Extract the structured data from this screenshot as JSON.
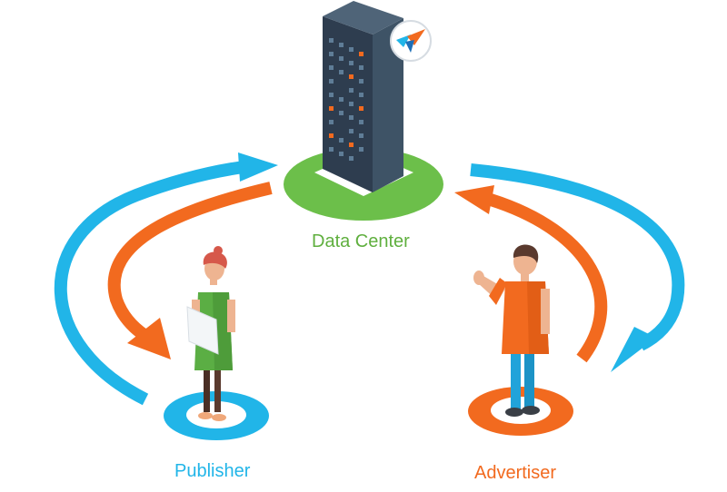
{
  "labels": {
    "data_center": "Data Center",
    "publisher": "Publisher",
    "advertiser": "Advertiser"
  },
  "colors": {
    "blue": "#21B5E8",
    "orange": "#F26A1F",
    "green": "#6CBF4A",
    "building_dark": "#2E3D4F",
    "building_mid": "#3E5366",
    "building_light": "#4F6478",
    "window_light": "#5F7D97",
    "window_orange": "#F26A1F"
  },
  "icons": {
    "building": "office-building-icon",
    "logo": "bird-logo-icon"
  }
}
